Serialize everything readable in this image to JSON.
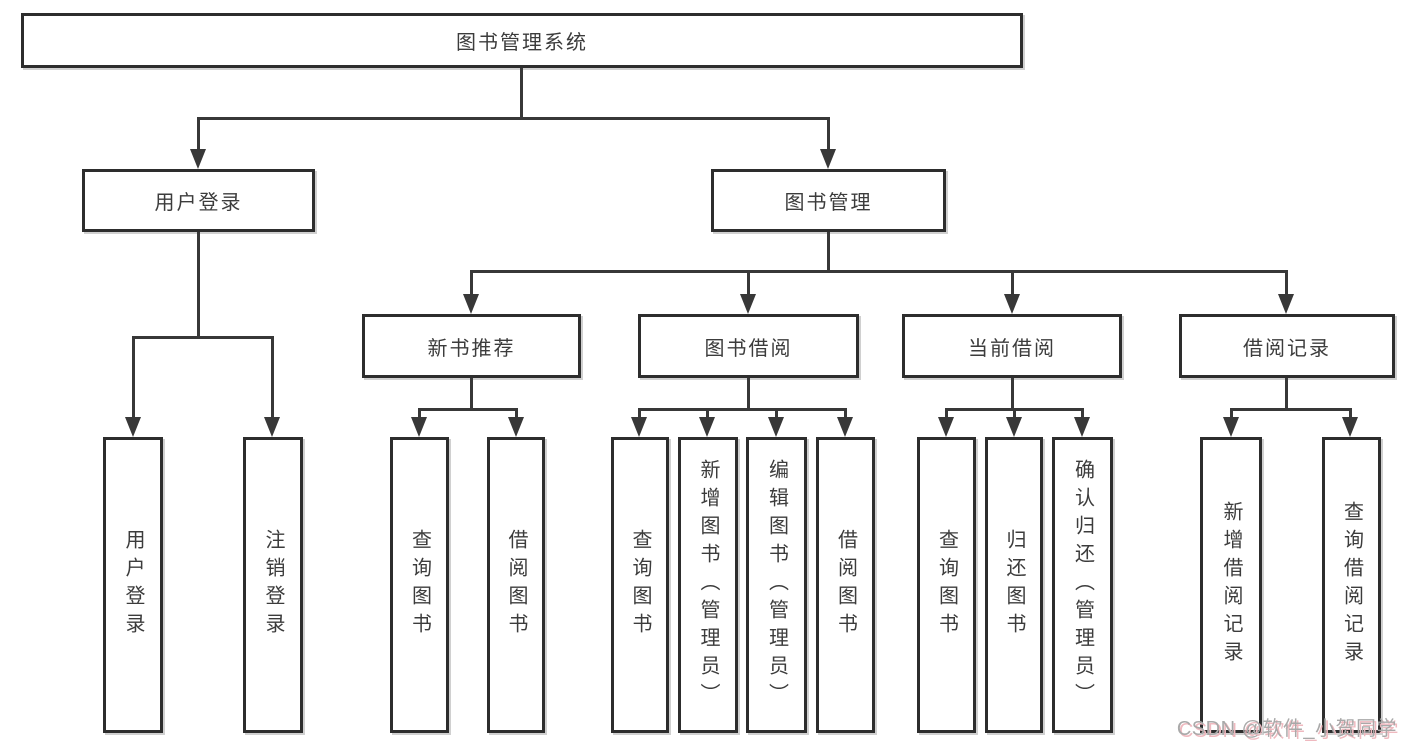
{
  "nodes": {
    "root": {
      "label": "图书管理系统"
    },
    "user_login": {
      "label": "用户登录"
    },
    "book_mgmt": {
      "label": "图书管理"
    },
    "new_book": {
      "label": "新书推荐"
    },
    "book_borrow": {
      "label": "图书借阅"
    },
    "current_borrow": {
      "label": "当前借阅"
    },
    "borrow_record": {
      "label": "借阅记录"
    },
    "leaf_user_login": {
      "label": "用户登录"
    },
    "leaf_logout": {
      "label": "注销登录"
    },
    "leaf_nb_query": {
      "label": "查询图书"
    },
    "leaf_nb_borrow": {
      "label": "借阅图书"
    },
    "leaf_bb_query": {
      "label": "查询图书"
    },
    "leaf_bb_add": {
      "label": "新增图书（管理员）"
    },
    "leaf_bb_edit": {
      "label": "编辑图书（管理员）"
    },
    "leaf_bb_borrow": {
      "label": "借阅图书"
    },
    "leaf_cb_query": {
      "label": "查询图书"
    },
    "leaf_cb_return": {
      "label": "归还图书"
    },
    "leaf_cb_confirm": {
      "label": "确认归还（管理员）"
    },
    "leaf_br_add": {
      "label": "新增借阅记录"
    },
    "leaf_br_query": {
      "label": "查询借阅记录"
    }
  },
  "watermark": {
    "text": "CSDN @软件_小贺同学"
  },
  "colors": {
    "line": "#383838",
    "box_border": "#2d2d2d",
    "text": "#3c3c3c",
    "background": "#ffffff",
    "watermark_text": "#a9a9a9",
    "watermark_shadow": "#efb9bf"
  }
}
